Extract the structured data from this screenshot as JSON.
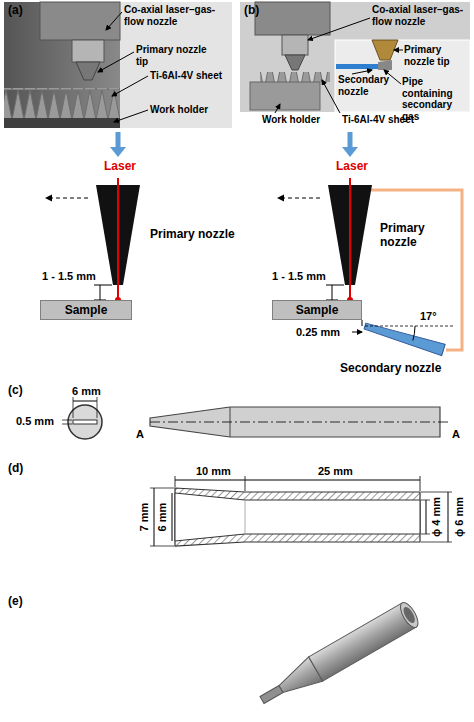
{
  "diagram": {
    "nodes": [
      {
        "text": [
          "Sample"
        ]
      },
      {
        "text": [
          "Sample"
        ]
      }
    ],
    "labels": [
      "(a)",
      "Co-axial laser–gas-flow nozzle",
      "Primary nozzle tip",
      "Ti-6Al-4V sheet",
      "Work holder",
      "(b)",
      "Co-axial laser–gas-flow nozzle",
      "Primary nozzle tip",
      "Secondary nozzle",
      "Pipe containing secondary gas",
      "Work holder",
      "Ti-6Al-4V sheet",
      "Laser",
      "Primary nozzle",
      "1 - 1.5 mm",
      "Laser",
      "Primary nozzle",
      "1 - 1.5 mm",
      "0.25 mm",
      "17°",
      "Secondary nozzle",
      "(c)",
      "6 mm",
      "0.5 mm",
      "A",
      "A",
      "(d)",
      "10 mm",
      "25 mm",
      "7 mm",
      "6 mm",
      "ϕ 4 mm",
      "ϕ 6 mm",
      "(e)"
    ]
  }
}
